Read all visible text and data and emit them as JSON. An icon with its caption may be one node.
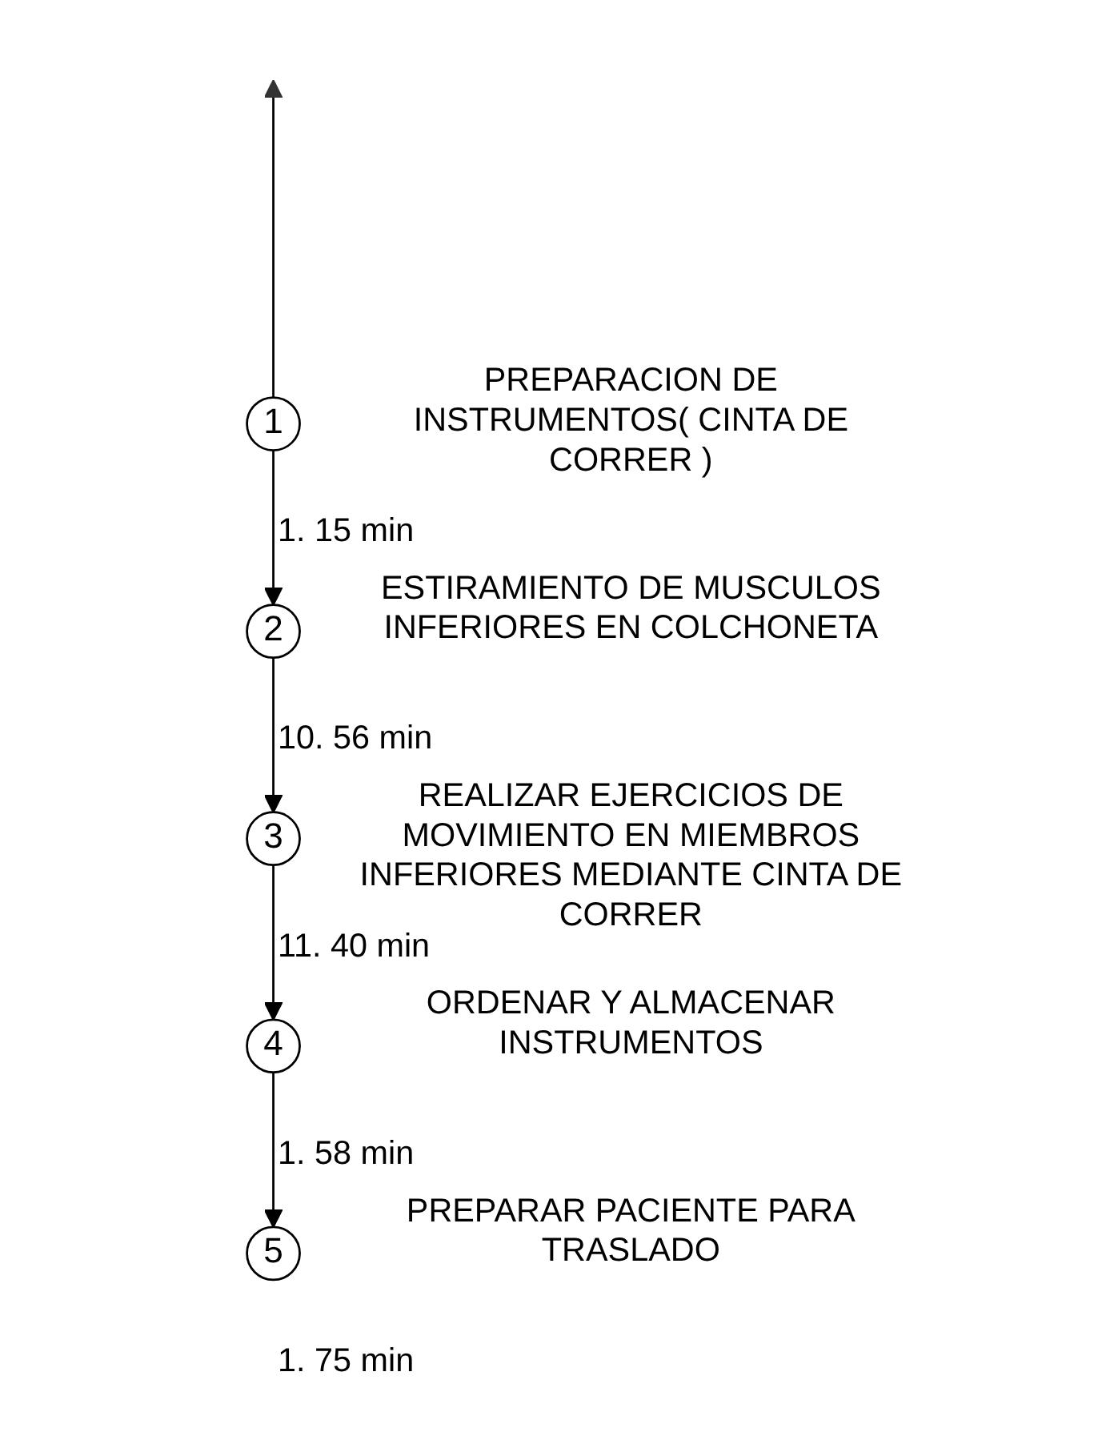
{
  "diagram": {
    "nodes": [
      {
        "text": [
          "1"
        ],
        "beside": [
          "PREPARACION DE INSTRUMENTOS( CINTA DE CORRER )",
          "1. 15 min"
        ]
      },
      {
        "text": [
          "2"
        ],
        "beside": [
          "ESTIRAMIENTO DE MUSCULOS INFERIORES EN COLCHONETA",
          "10. 56 min"
        ]
      },
      {
        "text": [
          "3"
        ],
        "beside": [
          "REALIZAR EJERCICIOS DE MOVIMIENTO EN MIEMBROS INFERIORES MEDIANTE CINTA DE CORRER",
          "11. 40 min"
        ]
      },
      {
        "text": [
          "4"
        ],
        "beside": [
          "ORDENAR Y ALMACENAR INSTRUMENTOS",
          "1. 58 min"
        ]
      },
      {
        "text": [
          "5"
        ],
        "beside": [
          "PREPARAR PACIENTE PARA TRASLADO",
          "1. 75 min"
        ]
      }
    ],
    "edges": [
      {
        "from": 0,
        "to": null,
        "arrow": "to"
      },
      {
        "from": 0,
        "to": 1,
        "arrow": "to"
      },
      {
        "from": 1,
        "to": 2,
        "arrow": "to"
      },
      {
        "from": 2,
        "to": 3,
        "arrow": "to"
      },
      {
        "from": 3,
        "to": 4,
        "arrow": "to"
      }
    ]
  }
}
